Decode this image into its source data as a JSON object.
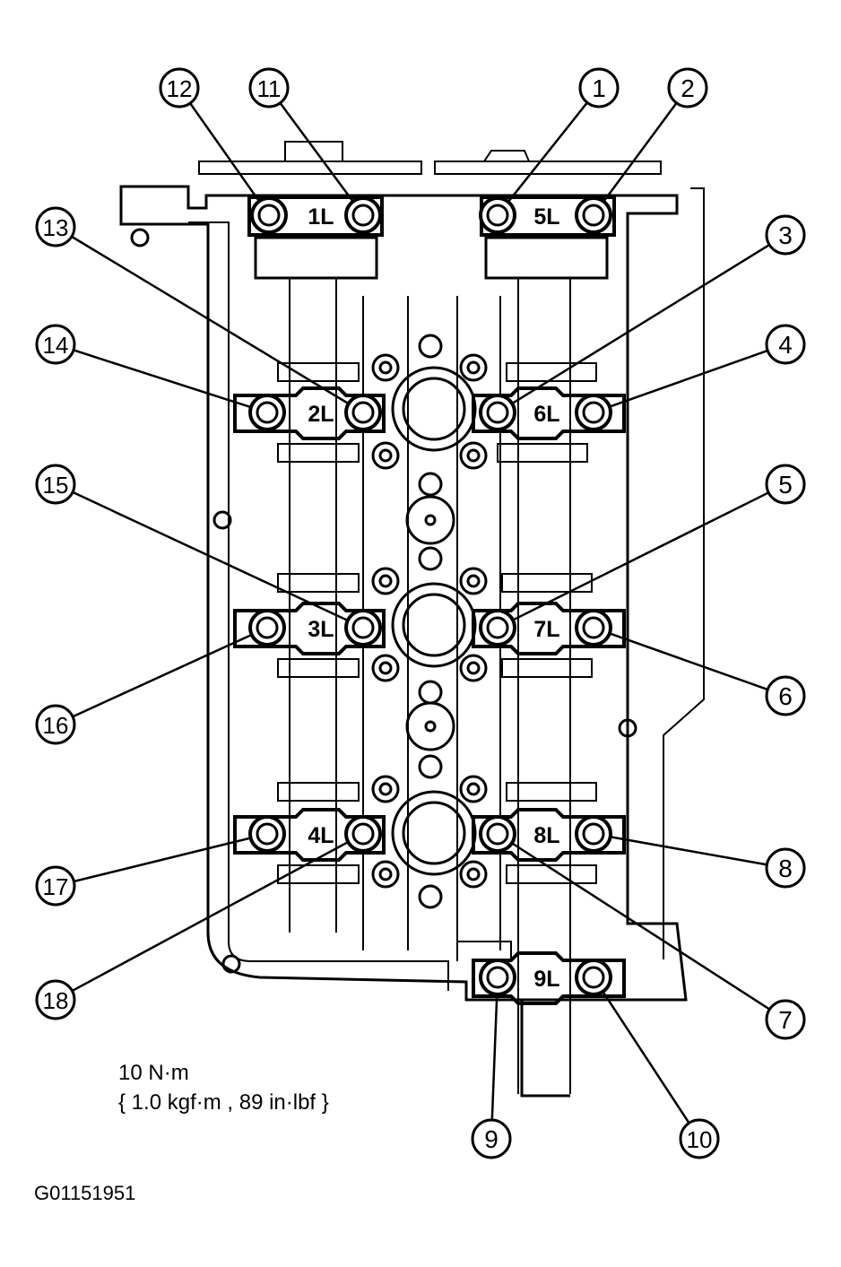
{
  "callouts": [
    {
      "label": "1"
    },
    {
      "label": "2"
    },
    {
      "label": "3"
    },
    {
      "label": "4"
    },
    {
      "label": "5"
    },
    {
      "label": "6"
    },
    {
      "label": "7"
    },
    {
      "label": "8"
    },
    {
      "label": "9"
    },
    {
      "label": "10"
    },
    {
      "label": "11"
    },
    {
      "label": "12"
    },
    {
      "label": "13"
    },
    {
      "label": "14"
    },
    {
      "label": "15"
    },
    {
      "label": "16"
    },
    {
      "label": "17"
    },
    {
      "label": "18"
    }
  ],
  "caps": [
    {
      "label": "1L"
    },
    {
      "label": "2L"
    },
    {
      "label": "3L"
    },
    {
      "label": "4L"
    },
    {
      "label": "5L"
    },
    {
      "label": "6L"
    },
    {
      "label": "7L"
    },
    {
      "label": "8L"
    },
    {
      "label": "9L"
    }
  ],
  "torque": {
    "line1": "10 N·m",
    "line2": "{ 1.0 kgf·m , 89 in·lbf }"
  },
  "figure_id": "G01151951"
}
